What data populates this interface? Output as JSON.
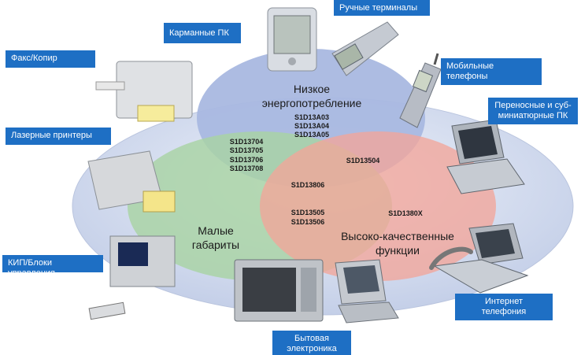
{
  "labels": {
    "handheld_terminals": "Ручные терминалы",
    "pocket_pc": "Карманные ПК",
    "fax_copier": "Факс/Копир",
    "mobile_phones": [
      "Мобильные",
      "телефоны"
    ],
    "portable_pc": [
      "Переносные и суб-",
      "миниатюрные ПК"
    ],
    "laser_printers": "Лазерные принтеры",
    "instruments": "КИП/Блоки управления",
    "internet_telephony": [
      "Интернет",
      "телефония"
    ],
    "home_electronics": [
      "Бытовая",
      "электроника"
    ]
  },
  "circles": {
    "low_power": {
      "title": [
        "Низкое",
        "энергопотребление"
      ],
      "chips": [
        "S1D13A03",
        "S1D13A04",
        "S1D13A05"
      ],
      "color": "#a9b8e0"
    },
    "small_size": {
      "title": [
        "Малые",
        "габариты"
      ],
      "color": "#a8d3a4"
    },
    "high_quality": {
      "title": [
        "Высоко-качественные",
        "функции"
      ],
      "chips": [
        "S1D1380X"
      ],
      "color": "#f2a59a"
    }
  },
  "overlaps": {
    "low_small": [
      "S1D13704",
      "S1D13705",
      "S1D13706",
      "S1D13708"
    ],
    "low_high": [
      "S1D13504"
    ],
    "center": [
      "S1D13806"
    ],
    "small_high": [
      "S1D13505",
      "S1D13506"
    ]
  },
  "colors": {
    "tag_bg": "#1e6fc4",
    "tag_text": "#ffffff",
    "platform": "#c9d3ea"
  }
}
